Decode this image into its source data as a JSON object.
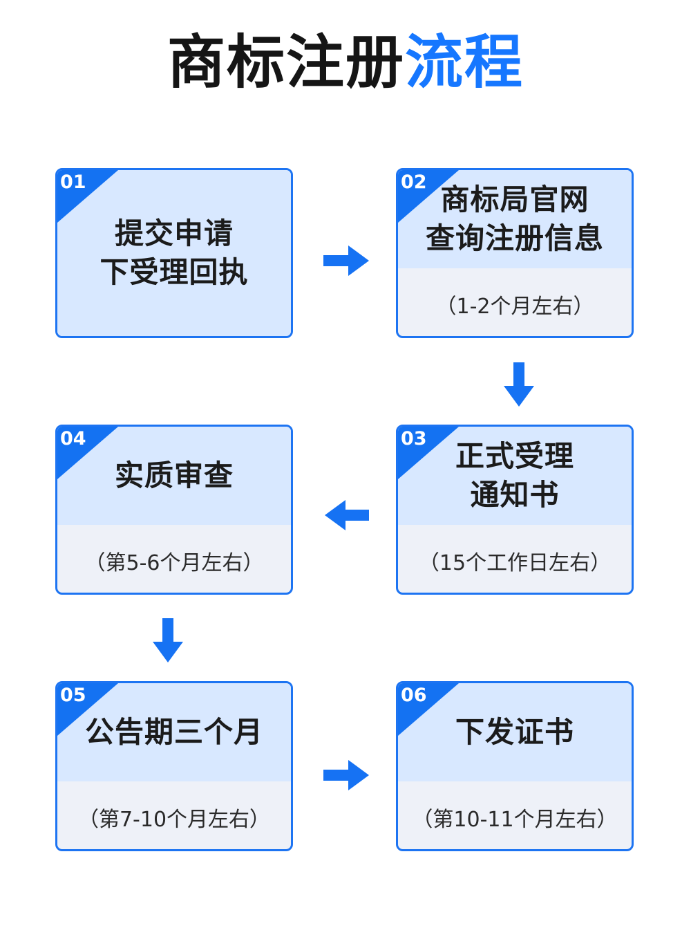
{
  "title": {
    "main": "商标注册",
    "accent": "流程"
  },
  "colors": {
    "accent": "#1677ff",
    "card_top": "#d8e8ff",
    "card_bottom": "#eef1f8",
    "border": "#1d74f2"
  },
  "steps": [
    {
      "num": "01",
      "lines": [
        "提交申请",
        "下受理回执"
      ],
      "note": ""
    },
    {
      "num": "02",
      "lines": [
        "商标局官网",
        "查询注册信息"
      ],
      "note": "（1-2个月左右）"
    },
    {
      "num": "03",
      "lines": [
        "正式受理",
        "通知书"
      ],
      "note": "（15个工作日左右）"
    },
    {
      "num": "04",
      "lines": [
        "实质审查"
      ],
      "note": "（第5-6个月左右）"
    },
    {
      "num": "05",
      "lines": [
        "公告期三个月"
      ],
      "note": "（第7-10个月左右）"
    },
    {
      "num": "06",
      "lines": [
        "下发证书"
      ],
      "note": "（第10-11个月左右）"
    }
  ],
  "arrows": [
    "arrow-right-icon",
    "arrow-down-icon",
    "arrow-left-icon",
    "arrow-down-icon",
    "arrow-right-icon"
  ]
}
